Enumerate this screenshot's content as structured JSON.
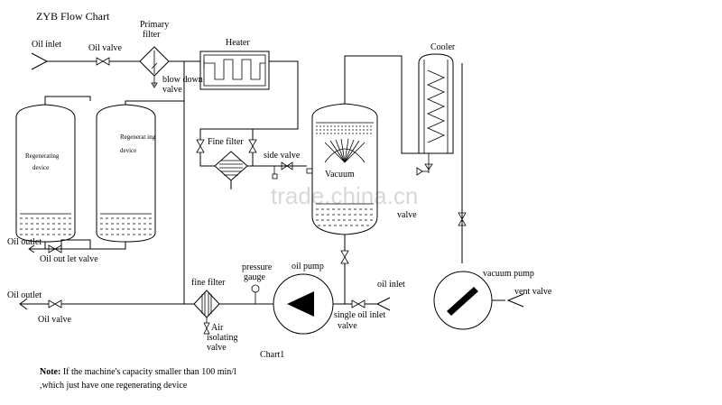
{
  "title": "ZYB Flow Chart",
  "labels": {
    "oil_inlet_top": "Oil inlet",
    "oil_valve_top": "Oil valve",
    "primary_filter_1": "Primary",
    "primary_filter_2": "filter",
    "heater": "Heater",
    "blow_down_1": "blow down",
    "blow_down_2": "valve",
    "cooler": "Cooler",
    "regen_left_1": "Regenerating",
    "regen_left_2": "device",
    "regen_right_1": "Regenerat ing",
    "regen_right_2": "device",
    "fine_filter_top": "Fine filter",
    "side_valve": "side valve",
    "vacuum": "Vacuum",
    "valve_right": "valve",
    "oil_outlet_mid": "Oil outlet",
    "oil_outlet_valve": "Oil out let valve",
    "pressure_gauge_1": "pressure",
    "pressure_gauge_2": "gauge",
    "oil_pump": "oil pump",
    "fine_filter_bottom": "fine filter",
    "oil_outlet_bottom": "Oil outlet",
    "oil_valve_bottom": "Oil valve",
    "air_isolating_1": "Air",
    "air_isolating_2": "isolating",
    "air_isolating_3": "valve",
    "oil_inlet_bottom": "oil inlet",
    "single_oil_inlet_1": "single oil inlet",
    "single_oil_inlet_2": "valve",
    "vacuum_pump": "vacuum pump",
    "vent_valve": "vent valve",
    "chart1": "Chart1"
  },
  "note": {
    "label": "Note:",
    "line1": " If the machine's capacity smaller than 100 min/l",
    "line2": ",which  just have  one regenerating device"
  },
  "watermark": "trade.china.cn"
}
